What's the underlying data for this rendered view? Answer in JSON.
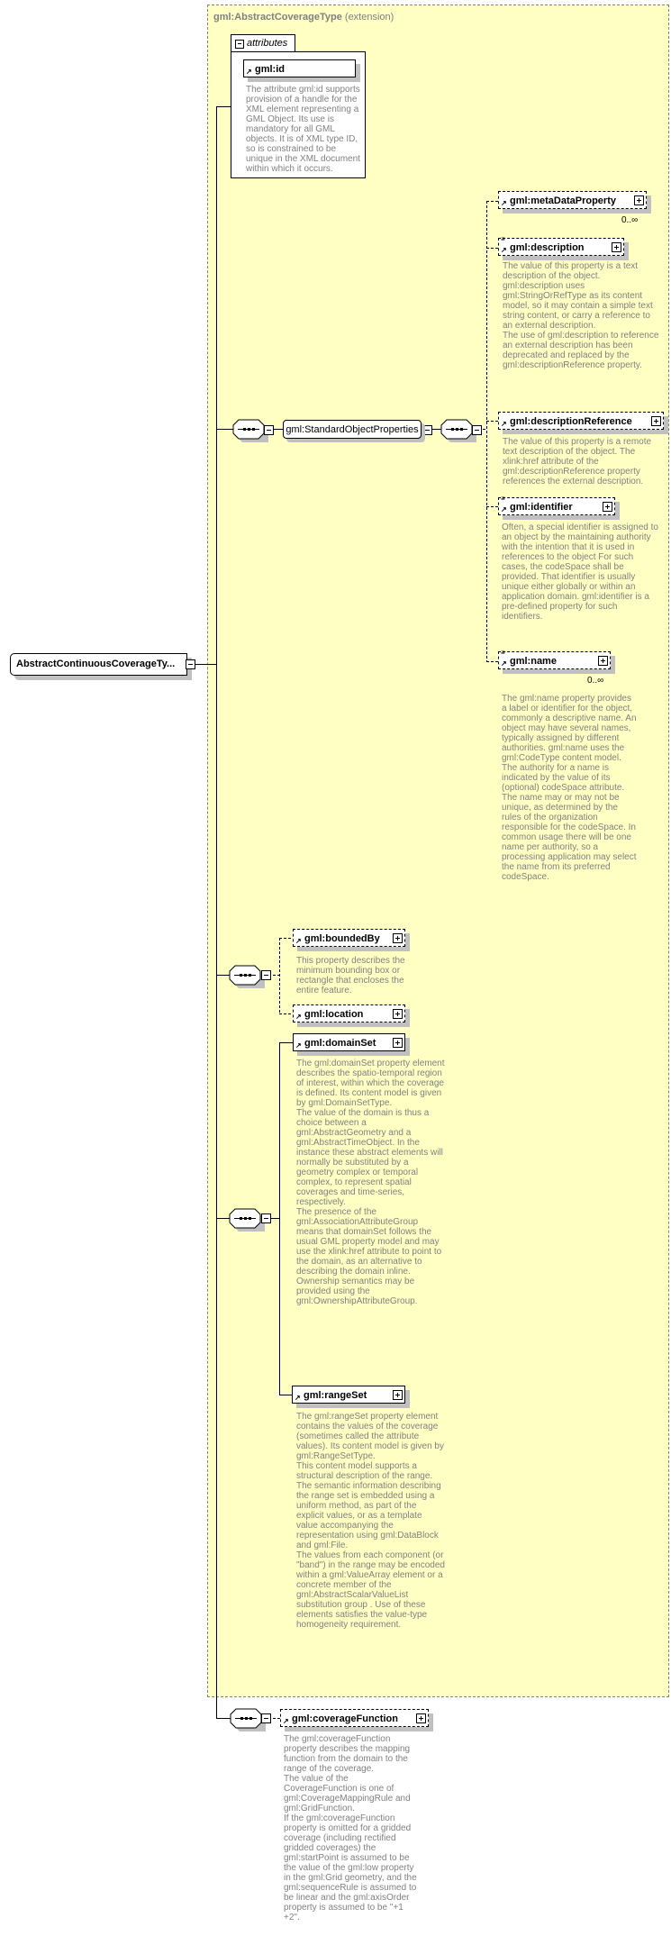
{
  "root": {
    "label": "AbstractContinuousCoverageTy..."
  },
  "extension": {
    "base": "gml:AbstractCoverageType",
    "kind": "(extension)"
  },
  "attributes": {
    "tab_label": "attributes",
    "items": [
      {
        "name": "gml:id",
        "description": "The attribute gml:id supports provision of a handle for the XML element representing a GML Object. Its use is mandatory for all GML objects. It is of XML type ID, so is constrained to be unique in the XML document within which it occurs."
      }
    ]
  },
  "group": {
    "label": "gml:StandardObjectProperties"
  },
  "standard_elements": [
    {
      "name": "gml:metaDataProperty",
      "occurs": "0..∞",
      "description": ""
    },
    {
      "name": "gml:description",
      "description": "The value of this property is a text description of the object. gml:description uses gml:StringOrRefType as its content model, so it may contain a simple text string content, or carry a reference to an external description.\nThe use of gml:description to reference an external description has been deprecated and replaced by the gml:descriptionReference property."
    },
    {
      "name": "gml:descriptionReference",
      "description": "The value of this property is a remote text description of the object. The xlink:href attribute of the gml:descriptionReference property references the external description."
    },
    {
      "name": "gml:identifier",
      "description": "Often, a special identifier is assigned to an object by the maintaining authority with the intention that it is used in references to the object For such cases, the codeSpace shall be provided. That identifier is usually unique either globally or within an application domain. gml:identifier is a pre-defined property for such identifiers."
    },
    {
      "name": "gml:name",
      "occurs": "0..∞",
      "description": "The gml:name property provides a label or identifier for the object, commonly a descriptive name. An object may have several names, typically assigned by different authorities. gml:name uses the gml:CodeType content model.  The authority for a name is indicated by the value of its (optional) codeSpace attribute.  The name may or may not be unique, as determined by the rules of the organization responsible for the codeSpace.  In common usage there will be one name per authority, so a processing application may select the name from its preferred codeSpace."
    }
  ],
  "choice_elements": [
    {
      "name": "gml:boundedBy",
      "description": "This property describes the minimum bounding box or rectangle that encloses the entire feature."
    },
    {
      "name": "gml:location",
      "description": ""
    }
  ],
  "coverage_elements": [
    {
      "name": "gml:domainSet",
      "description": "The gml:domainSet property element describes the spatio-temporal region of interest, within which the coverage is defined. Its content model is given by gml:DomainSetType.\nThe value of the domain is thus a choice between a gml:AbstractGeometry and a gml:AbstractTimeObject.  In the instance these abstract elements will normally be substituted by a geometry complex or temporal complex, to represent spatial coverages and time-series, respectively.\nThe presence of the gml:AssociationAttributeGroup means that domainSet follows the usual GML property model and may use the xlink:href attribute to point to the domain, as an alternative to describing the domain inline. Ownership semantics may be provided using the gml:OwnershipAttributeGroup."
    },
    {
      "name": "gml:rangeSet",
      "description": "The gml:rangeSet property element contains the values of the coverage (sometimes called the attribute values).  Its content model is given by gml:RangeSetType.\nThis content model supports a structural description of the range.  The semantic information describing the range set is embedded using a uniform method, as part of the explicit values, or as a template value accompanying the representation using gml:DataBlock and gml:File.\nThe values from each component (or \"band\") in the range may be encoded within a gml:ValueArray element or a concrete member of the gml:AbstractScalarValueList substitution group . Use of these elements satisfies the value-type homogeneity requirement."
    }
  ],
  "extension_elements": [
    {
      "name": "gml:coverageFunction",
      "description": "The gml:coverageFunction property describes the mapping function from the domain to the range of the coverage.\nThe value of the CoverageFunction is one of gml:CoverageMappingRule and gml:GridFunction.\nIf the gml:coverageFunction property is omitted for a gridded coverage (including rectified gridded coverages) the gml:startPoint is assumed to be the value of the gml:low property in the gml:Grid geometry, and the gml:sequenceRule is assumed to be linear and the gml:axisOrder property is assumed to be \"+1 +2\"."
    }
  ],
  "colors": {
    "extension_bg": "#ffffc4",
    "description_text": "#808080",
    "shadow": "#c0c0c0"
  }
}
